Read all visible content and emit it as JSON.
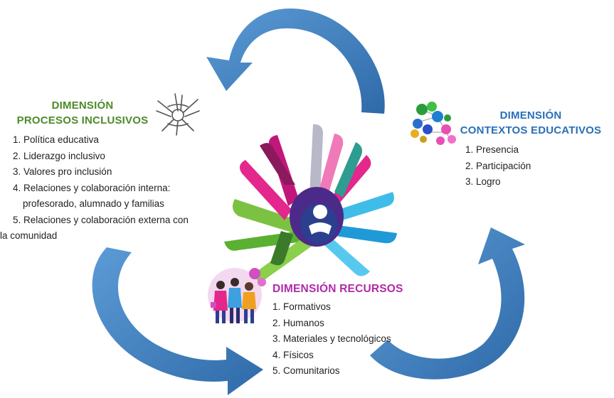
{
  "dimension_procesos": {
    "title_line1": "DIMENSIÓN",
    "title_line2": "PROCESOS INCLUSIVOS",
    "items": [
      "1. Política educativa",
      "2. Liderazgo inclusivo",
      "3. Valores pro inclusión",
      "4. Relaciones y colaboración interna:",
      "profesorado, alumnado y familias",
      "5. Relaciones y colaboración externa con",
      "la comunidad"
    ],
    "title_color": "#4e8a2a"
  },
  "dimension_contextos": {
    "title_line1": "DIMENSIÓN",
    "title_line2": "CONTEXTOS EDUCATIVOS",
    "items": [
      "1. Presencia",
      "2. Participación",
      "3. Logro"
    ],
    "title_color": "#2a6fb8"
  },
  "dimension_recursos": {
    "title": "DIMENSIÓN RECURSOS",
    "items": [
      "1. Formativos",
      "2. Humanos",
      "3. Materiales y tecnológicos",
      "4. Físicos",
      "5. Comunitarios"
    ],
    "title_color": "#b02aa7"
  },
  "icons": {
    "procesos": "joined-hands-icon",
    "contextos": "molecule-icon",
    "recursos": "people-group-icon",
    "center": "colorful-hands-logo"
  },
  "colors": {
    "arrow": "#3f7fc0"
  }
}
